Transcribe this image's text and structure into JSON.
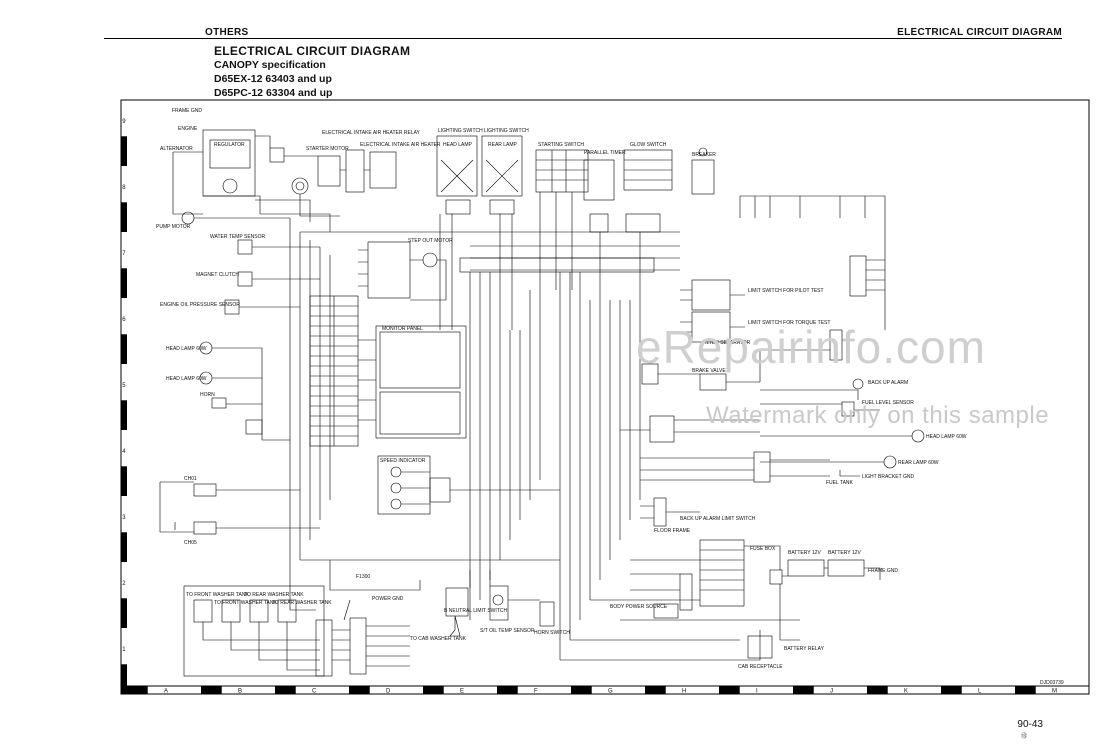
{
  "header": {
    "section": "OTHERS",
    "right_title": "ELECTRICAL CIRCUIT DIAGRAM"
  },
  "title_block": {
    "title": "ELECTRICAL CIRCUIT DIAGRAM",
    "spec": "CANOPY specification",
    "model1": "D65EX-12 63403 and up",
    "model2": "D65PC-12 63304 and up"
  },
  "grid": {
    "rows": [
      "9",
      "8",
      "7",
      "6",
      "5",
      "4",
      "3",
      "2",
      "1"
    ],
    "cols": [
      "A",
      "B",
      "C",
      "D",
      "E",
      "F",
      "G",
      "H",
      "I",
      "J",
      "K",
      "L",
      "M"
    ]
  },
  "labels": {
    "frame_gnd": "FRAME GND",
    "engine": "ENGINE",
    "alternator": "ALTERNATOR",
    "regulator": "REGULATOR",
    "starter": "STARTER MOTOR",
    "heater_relay": "ELECTRICAL INTAKE AIR HEATER RELAY",
    "intake_heater": "ELECTRICAL INTAKE AIR HEATER",
    "lighting_switch_1": "LIGHTING SWITCH",
    "lighting_switch_2": "LIGHTING SWITCH",
    "head_lamp": "HEAD LAMP",
    "rear_lamp": "REAR LAMP",
    "starting_switch": "STARTING SWITCH",
    "parallel_timer": "PARALLEL TIMER",
    "glow_switch": "GLOW SWITCH",
    "breaker": "BREAKER",
    "fuel_pump": "PUMP MOTOR",
    "water_temp": "WATER TEMP SENSOR",
    "magnet_cable": "MAGNET CLUTCH",
    "oil_pressure": "ENGINE OIL PRESSURE SENSOR",
    "step_motor": "STEP OUT MOTOR",
    "head_lamp_l": "HEAD LAMP 60W",
    "head_lamp_r": "HEAD LAMP 60W",
    "horn": "HORN",
    "gauge_panel": "MONITOR PANEL",
    "speed_indicator": "SPEED INDICATOR",
    "ch01": "CH01",
    "ch05": "CH05",
    "limit_switch_1": "LIMIT SWITCH FOR PILOT TEST",
    "limit_switch_2": "LIMIT SWITCH FOR TORQUE TEST",
    "filter_separator": "FILTER SEPARATOR",
    "brake_valve": "BRAKE VALVE",
    "backup_alarm": "BACK UP ALARM",
    "fuel_level": "FUEL LEVEL SENSOR",
    "head_lamp_rr": "HEAD LAMP 60W",
    "rear_lamp_r": "REAR LAMP 60W",
    "light_bracket": "LIGHT BRACKET GND",
    "fuel_tank": "FUEL TANK",
    "floor_frame": "FLOOR FRAME",
    "backup_limit": "BACK UP ALARM LIMIT SWITCH",
    "fuse_box": "FUSE BOX",
    "battery_1": "BATTERY 12V",
    "battery_2": "BATTERY 12V",
    "battery_relay": "BATTERY RELAY",
    "frame_gnd_2": "FRAME GND",
    "cab_receptacle": "CAB RECEPTACLE",
    "body_power_source": "BODY POWER SOURCE",
    "to_front_washer_l": "TO FRONT WASHER TANK",
    "to_front_washer_r": "TO FRONT WASHER TANK",
    "to_rear_washer_l": "TO REAR WASHER TANK",
    "to_rear_washer_r": "TO REAR WASHER TANK",
    "power_gnd": "POWER GND",
    "f1300": "F1300",
    "sensor_b": "B NEUTRAL LIMIT SWITCH",
    "sensor_c": "S/T OIL TEMP SENSOR",
    "horn_switch": "HORN SWITCH",
    "to_cab_washer": "TO CAB WASHER TANK",
    "doc_id": "DJD03739"
  },
  "colors": {
    "line": "#000000",
    "watermark": "#cfcfcf",
    "frame_band": "#000000"
  },
  "watermark": {
    "line1": "eRepairinfo.com",
    "line2": "Watermark only on this sample"
  },
  "footer": {
    "page": "90-43",
    "sub": "⑬"
  }
}
